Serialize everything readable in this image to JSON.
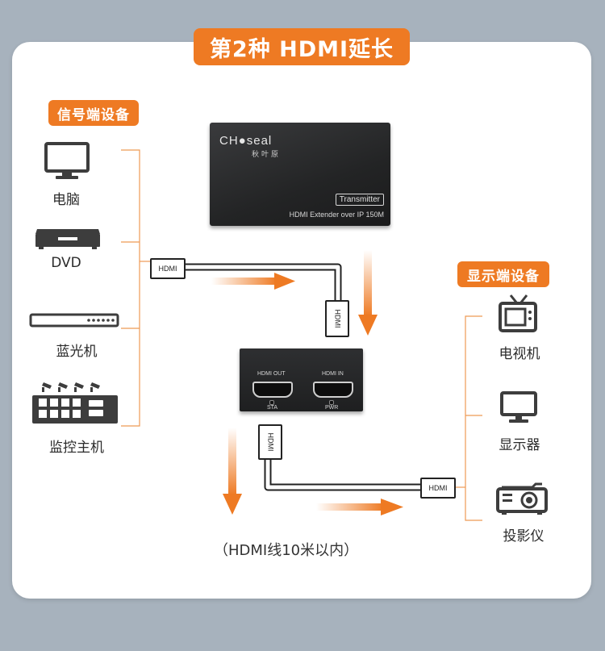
{
  "title": "第2种 HDMI延长",
  "source_tag": "信号端设备",
  "display_tag": "显示端设备",
  "sources": [
    "电脑",
    "DVD",
    "蓝光机",
    "监控主机"
  ],
  "displays": [
    "电视机",
    "显示器",
    "投影仪"
  ],
  "transmitter": {
    "brand": "CH●seal",
    "brand_sub": "秋叶原",
    "tag": "Transmitter",
    "desc": "HDMI  Extender over IP 150M"
  },
  "receiver": {
    "port_out": "HDMI OUT",
    "port_in": "HDMI IN",
    "led1": "STA",
    "led2": "PWR"
  },
  "plug_label": "HDMI",
  "note": "（HDMI线10米以内）",
  "colors": {
    "accent": "#ee7a23",
    "background": "#a7b2bd"
  }
}
